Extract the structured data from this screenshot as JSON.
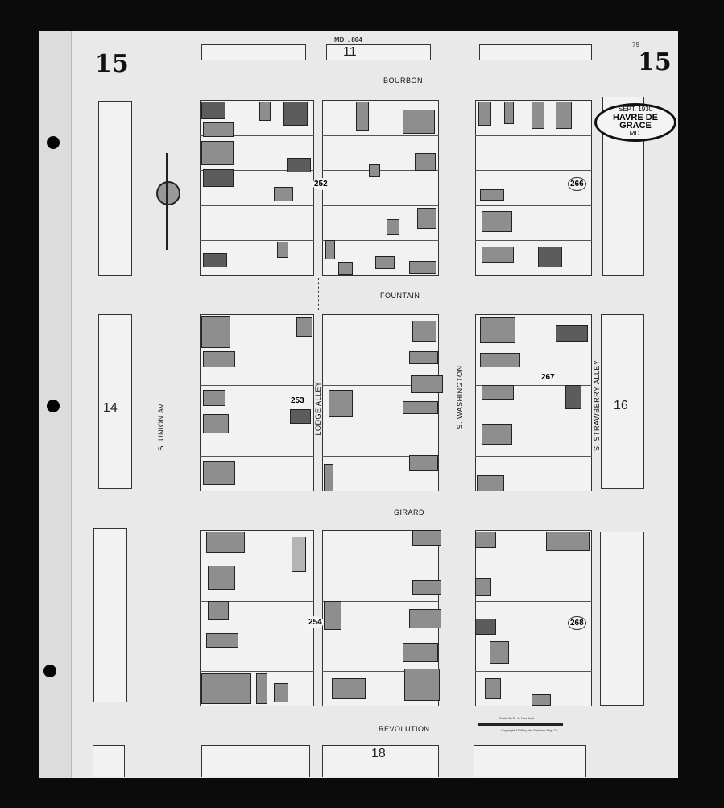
{
  "header": {
    "volume_ref": "MD. . 804",
    "sheet_left": "15",
    "sheet_right": "15",
    "page_ref": "79",
    "top_block": "11"
  },
  "stamp": {
    "date": "SEPT. 1930",
    "city": "HAVRE DE GRACE",
    "state": "MD."
  },
  "streets": {
    "bourbon": "BOURBON",
    "fountain": "FOUNTAIN",
    "girard": "GIRARD",
    "revolution": "REVOLUTION",
    "union": "S. UNION AV.",
    "lodge": "LODGE ALLEY",
    "washington": "S. WASHINGTON",
    "strawberry": "S. STRAWBERRY ALLEY"
  },
  "blocks": {
    "left": "14",
    "right": "16",
    "bottom": "18"
  },
  "sheet_numbers": [
    "252",
    "253",
    "254",
    "266",
    "267",
    "268"
  ],
  "scale": {
    "label": "Scale 50 Ft. to One Inch",
    "copyright": "Copyright 1930 by the Sanborn Map Co."
  }
}
